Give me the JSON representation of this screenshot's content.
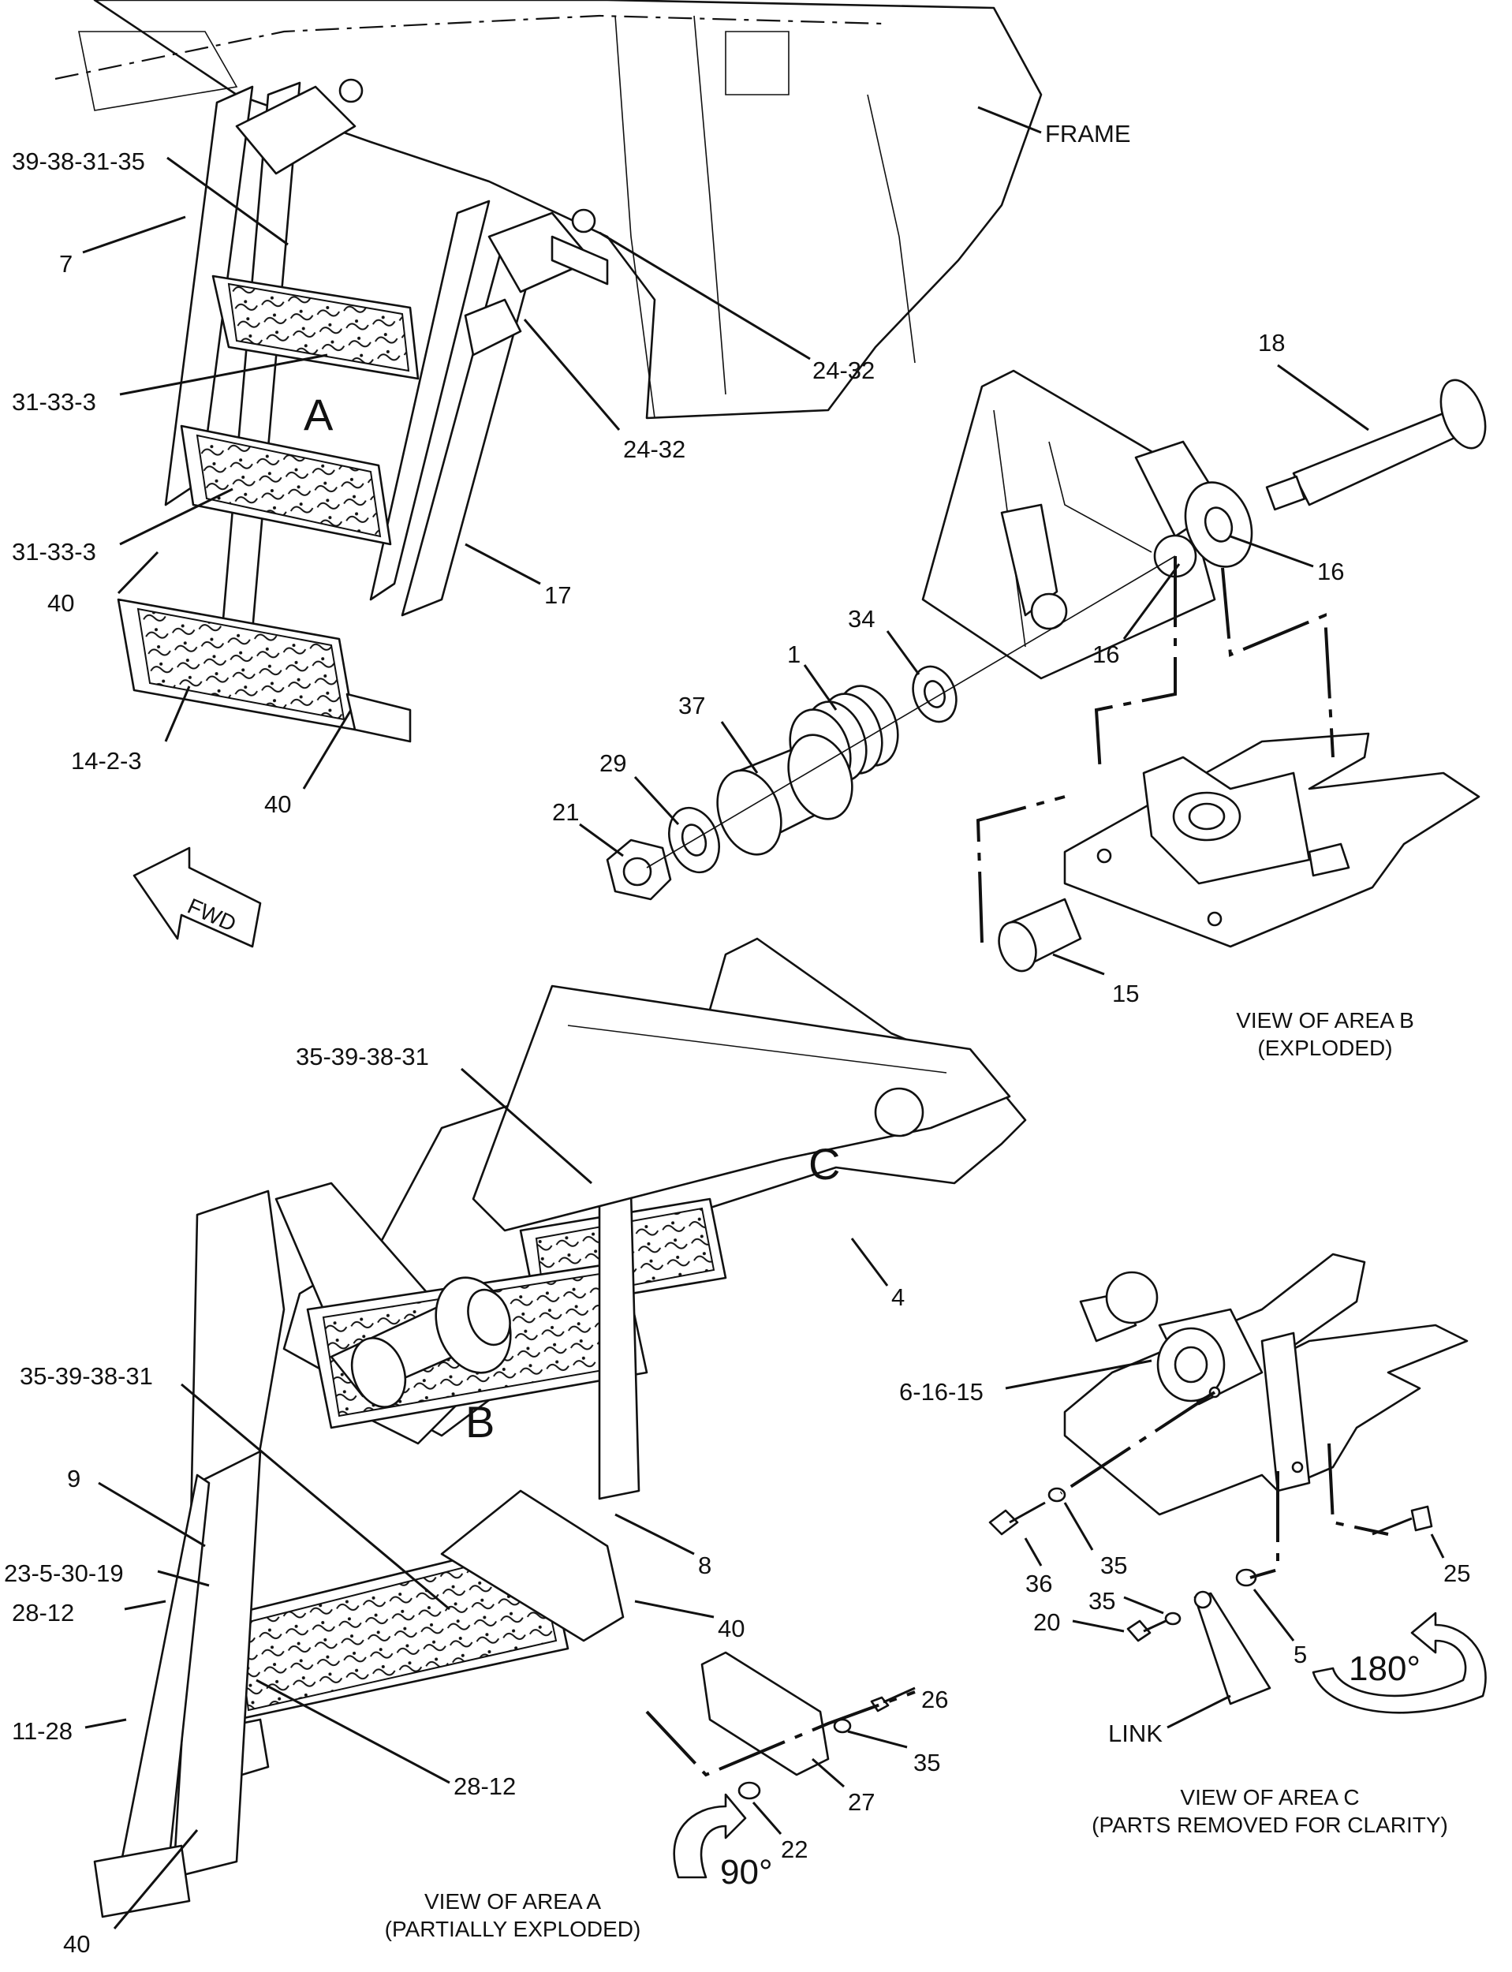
{
  "labels": [
    {
      "id": "frame",
      "text": "FRAME"
    },
    {
      "id": "c39-38-31-35",
      "text": "39-38-31-35"
    },
    {
      "id": "c7",
      "text": "7"
    },
    {
      "id": "c31-33-3a",
      "text": "31-33-3"
    },
    {
      "id": "c31-33-3b",
      "text": "31-33-3"
    },
    {
      "id": "c40a",
      "text": "40"
    },
    {
      "id": "c14-2-3",
      "text": "14-2-3"
    },
    {
      "id": "c40b",
      "text": "40"
    },
    {
      "id": "c24-32a",
      "text": "24-32"
    },
    {
      "id": "c24-32b",
      "text": "24-32"
    },
    {
      "id": "c17",
      "text": "17"
    },
    {
      "id": "c18",
      "text": "18"
    },
    {
      "id": "c16a",
      "text": "16"
    },
    {
      "id": "c16b",
      "text": "16"
    },
    {
      "id": "c34",
      "text": "34"
    },
    {
      "id": "c1",
      "text": "1"
    },
    {
      "id": "c37",
      "text": "37"
    },
    {
      "id": "c29",
      "text": "29"
    },
    {
      "id": "c21",
      "text": "21"
    },
    {
      "id": "c15",
      "text": "15"
    },
    {
      "id": "c35-39-38-31a",
      "text": "35-39-38-31"
    },
    {
      "id": "c4",
      "text": "4"
    },
    {
      "id": "c35-39-38-31b",
      "text": "35-39-38-31"
    },
    {
      "id": "c9",
      "text": "9"
    },
    {
      "id": "c23-5-30-19",
      "text": "23-5-30-19"
    },
    {
      "id": "c8",
      "text": "8"
    },
    {
      "id": "c40c",
      "text": "40"
    },
    {
      "id": "c28-12a",
      "text": "28-12"
    },
    {
      "id": "c11-28",
      "text": "11-28"
    },
    {
      "id": "c28-12b",
      "text": "28-12"
    },
    {
      "id": "c40d",
      "text": "40"
    },
    {
      "id": "c22",
      "text": "22"
    },
    {
      "id": "c27",
      "text": "27"
    },
    {
      "id": "c35a",
      "text": "35"
    },
    {
      "id": "c26",
      "text": "26"
    },
    {
      "id": "c6-16-15",
      "text": "6-16-15"
    },
    {
      "id": "c36",
      "text": "36"
    },
    {
      "id": "c35b",
      "text": "35"
    },
    {
      "id": "c25",
      "text": "25"
    },
    {
      "id": "c20",
      "text": "20"
    },
    {
      "id": "c35c",
      "text": "35"
    },
    {
      "id": "c5",
      "text": "5"
    },
    {
      "id": "link",
      "text": "LINK"
    }
  ],
  "area_letters": {
    "a": "A",
    "b": "B",
    "c": "C"
  },
  "fwd": "FWD",
  "rotations": {
    "r180": "180°",
    "r90": "90°"
  },
  "captions": {
    "area_a": [
      "VIEW OF AREA  A",
      "(PARTIALLY EXPLODED)"
    ],
    "area_b": [
      "VIEW OF AREA B",
      "(EXPLODED)"
    ],
    "area_c": [
      "VIEW OF AREA C",
      "(PARTS REMOVED FOR CLARITY)"
    ]
  }
}
